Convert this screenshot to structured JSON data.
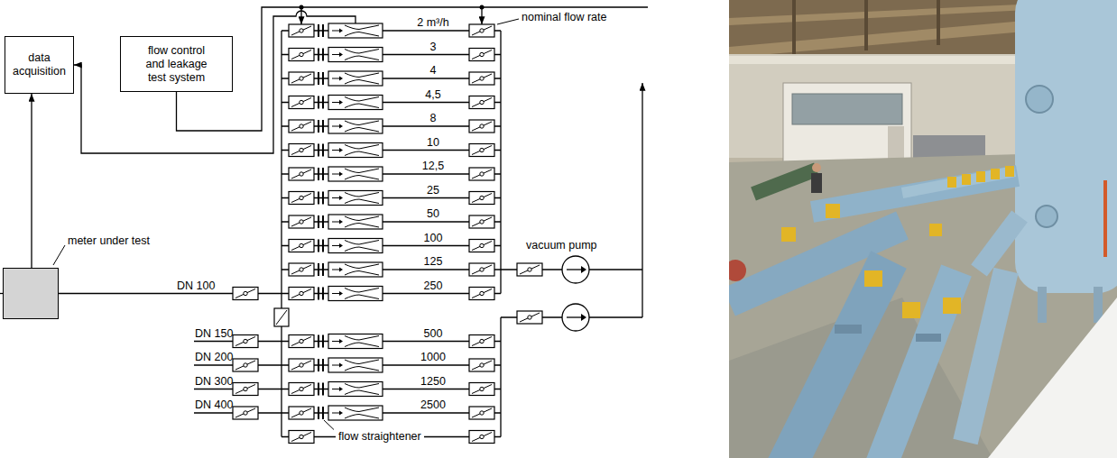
{
  "diagram": {
    "nodes": [
      {
        "text": [
          "data acquisition"
        ]
      },
      {
        "text": [
          "flow control and leakage test system"
        ]
      },
      {
        "text": [
          "meter under test"
        ]
      }
    ],
    "edges": [
      {
        "from": 2,
        "to": 0,
        "arrow": "to"
      }
    ],
    "labels": [
      "nominal flow rate",
      "2 m³/h",
      "3",
      "4",
      "4,5",
      "8",
      "10",
      "12,5",
      "25",
      "50",
      "100",
      "125",
      "250",
      "500",
      "1000",
      "1250",
      "2500",
      "vacuum pump",
      "DN 100",
      "DN 150",
      "DN 200",
      "DN 300",
      "DN 400",
      "flow straightener"
    ]
  }
}
